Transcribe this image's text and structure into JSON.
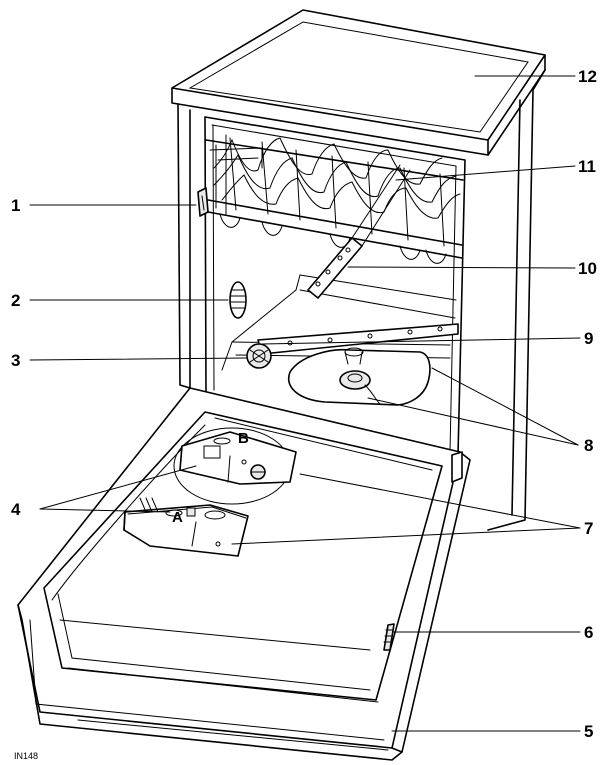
{
  "figure_code": "IN148",
  "callouts": [
    "1",
    "2",
    "3",
    "4",
    "5",
    "6",
    "7",
    "8",
    "9",
    "10",
    "11",
    "12"
  ],
  "letters": {
    "a": "A",
    "b": "B"
  },
  "colors": {
    "line": "#000000",
    "background": "#ffffff",
    "shade": "#e9e9e9"
  }
}
